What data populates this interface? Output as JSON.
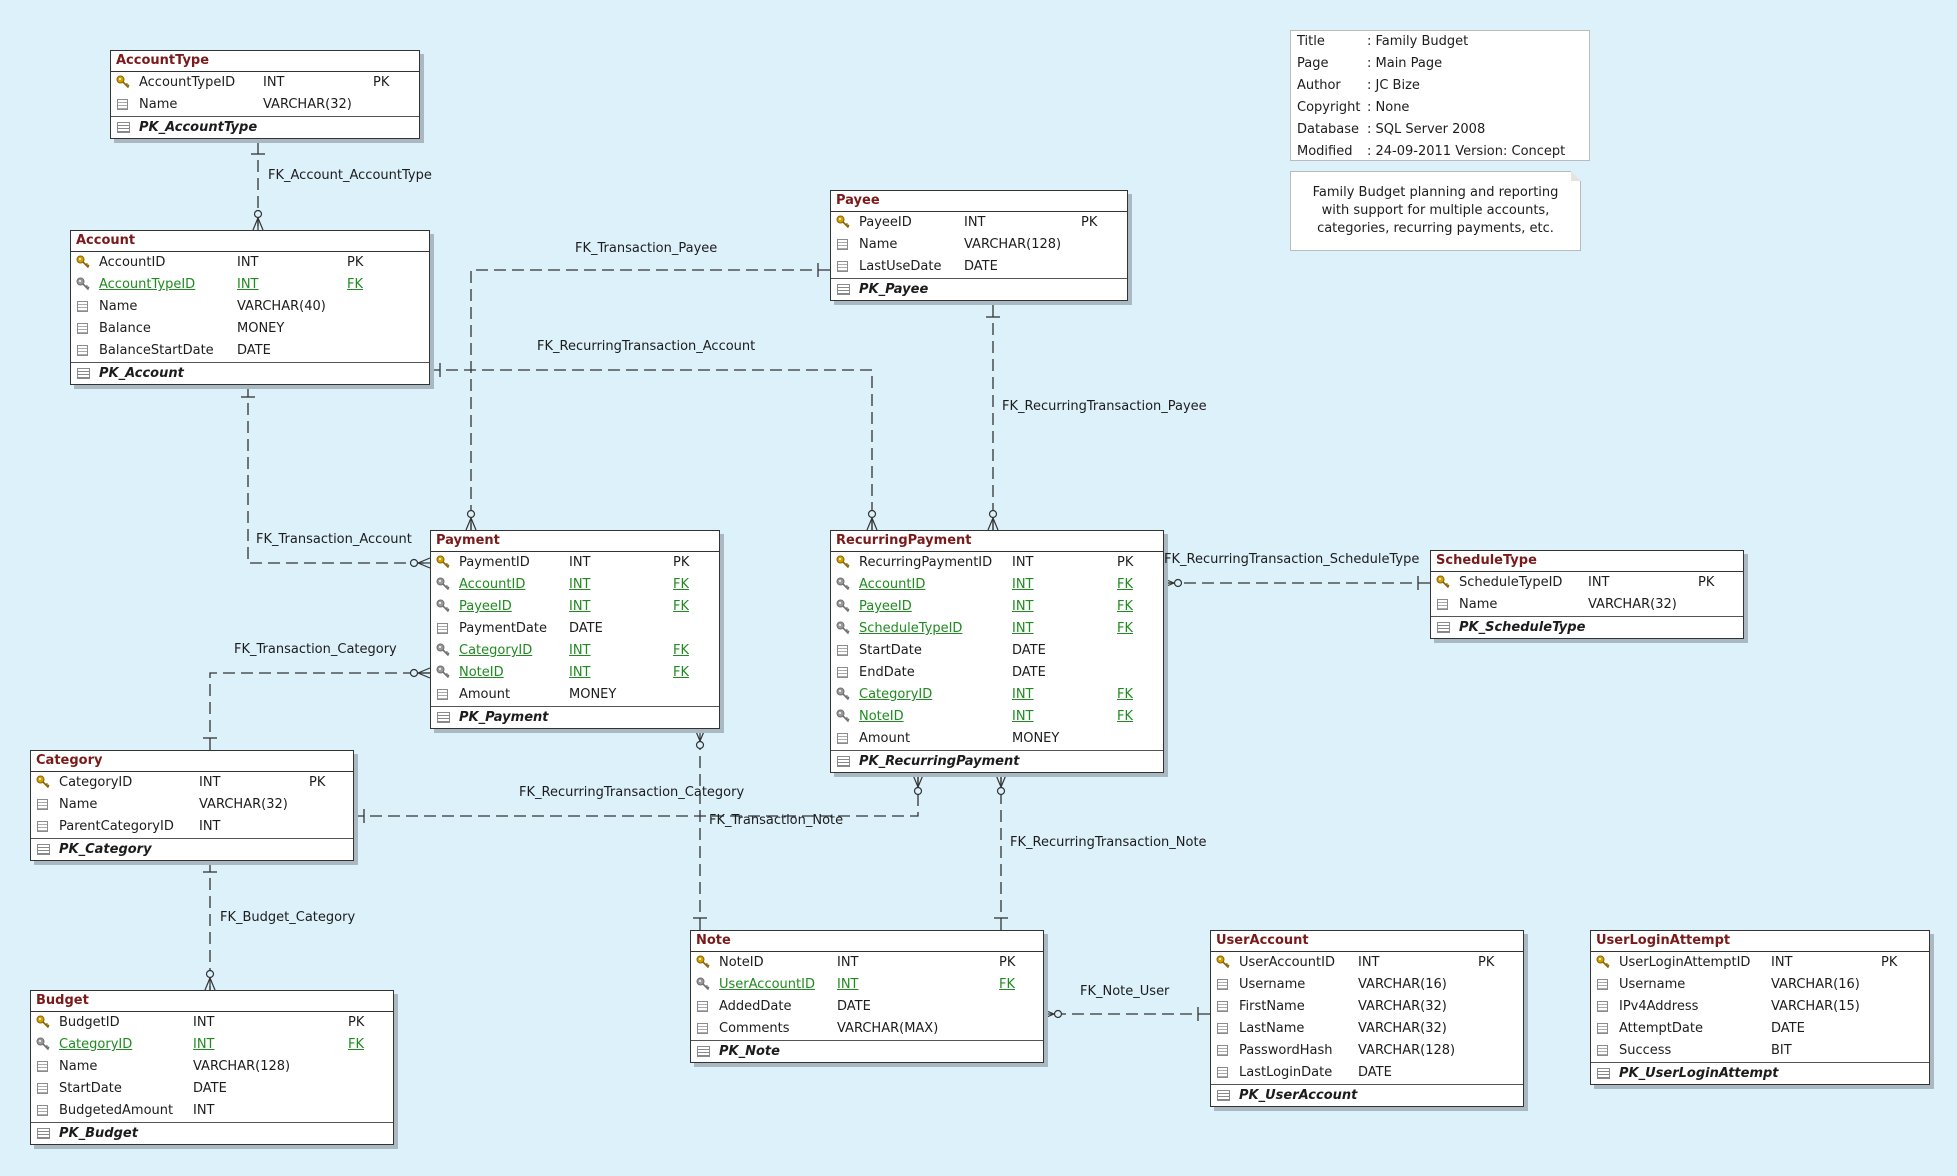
{
  "info": {
    "rows": [
      {
        "key": "Title",
        "value": ": Family Budget"
      },
      {
        "key": "Page",
        "value": ": Main Page"
      },
      {
        "key": "Author",
        "value": ": JC Bize"
      },
      {
        "key": "Copyright",
        "value": ": None"
      },
      {
        "key": "Database",
        "value": ": SQL Server 2008"
      },
      {
        "key": "Modified",
        "value": ": 24-09-2011 Version: Concept"
      }
    ]
  },
  "note": {
    "lines": [
      "Family Budget planning and reporting",
      "with support for multiple accounts,",
      "categories, recurring payments, etc."
    ]
  },
  "tables": {
    "accounttype": {
      "name": "AccountType",
      "pk_name": "PK_AccountType",
      "cols": [
        {
          "name": "AccountTypeID",
          "type": "INT",
          "key": "PK"
        },
        {
          "name": "Name",
          "type": "VARCHAR(32)",
          "key": ""
        }
      ]
    },
    "account": {
      "name": "Account",
      "pk_name": "PK_Account",
      "cols": [
        {
          "name": "AccountID",
          "type": "INT",
          "key": "PK"
        },
        {
          "name": "AccountTypeID",
          "type": "INT",
          "key": "FK"
        },
        {
          "name": "Name",
          "type": "VARCHAR(40)",
          "key": ""
        },
        {
          "name": "Balance",
          "type": "MONEY",
          "key": ""
        },
        {
          "name": "BalanceStartDate",
          "type": "DATE",
          "key": ""
        }
      ]
    },
    "payee": {
      "name": "Payee",
      "pk_name": "PK_Payee",
      "cols": [
        {
          "name": "PayeeID",
          "type": "INT",
          "key": "PK"
        },
        {
          "name": "Name",
          "type": "VARCHAR(128)",
          "key": ""
        },
        {
          "name": "LastUseDate",
          "type": "DATE",
          "key": ""
        }
      ]
    },
    "payment": {
      "name": "Payment",
      "pk_name": "PK_Payment",
      "cols": [
        {
          "name": "PaymentID",
          "type": "INT",
          "key": "PK"
        },
        {
          "name": "AccountID",
          "type": "INT",
          "key": "FK"
        },
        {
          "name": "PayeeID",
          "type": "INT",
          "key": "FK"
        },
        {
          "name": "PaymentDate",
          "type": "DATE",
          "key": ""
        },
        {
          "name": "CategoryID",
          "type": "INT",
          "key": "FK"
        },
        {
          "name": "NoteID",
          "type": "INT",
          "key": "FK"
        },
        {
          "name": "Amount",
          "type": "MONEY",
          "key": ""
        }
      ]
    },
    "recurring": {
      "name": "RecurringPayment",
      "pk_name": "PK_RecurringPayment",
      "cols": [
        {
          "name": "RecurringPaymentID",
          "type": "INT",
          "key": "PK"
        },
        {
          "name": "AccountID",
          "type": "INT",
          "key": "FK"
        },
        {
          "name": "PayeeID",
          "type": "INT",
          "key": "FK"
        },
        {
          "name": "ScheduleTypeID",
          "type": "INT",
          "key": "FK"
        },
        {
          "name": "StartDate",
          "type": "DATE",
          "key": ""
        },
        {
          "name": "EndDate",
          "type": "DATE",
          "key": ""
        },
        {
          "name": "CategoryID",
          "type": "INT",
          "key": "FK"
        },
        {
          "name": "NoteID",
          "type": "INT",
          "key": "FK"
        },
        {
          "name": "Amount",
          "type": "MONEY",
          "key": ""
        }
      ]
    },
    "scheduletype": {
      "name": "ScheduleType",
      "pk_name": "PK_ScheduleType",
      "cols": [
        {
          "name": "ScheduleTypeID",
          "type": "INT",
          "key": "PK"
        },
        {
          "name": "Name",
          "type": "VARCHAR(32)",
          "key": ""
        }
      ]
    },
    "category": {
      "name": "Category",
      "pk_name": "PK_Category",
      "cols": [
        {
          "name": "CategoryID",
          "type": "INT",
          "key": "PK"
        },
        {
          "name": "Name",
          "type": "VARCHAR(32)",
          "key": ""
        },
        {
          "name": "ParentCategoryID",
          "type": "INT",
          "key": ""
        }
      ]
    },
    "budget": {
      "name": "Budget",
      "pk_name": "PK_Budget",
      "cols": [
        {
          "name": "BudgetID",
          "type": "INT",
          "key": "PK"
        },
        {
          "name": "CategoryID",
          "type": "INT",
          "key": "FK"
        },
        {
          "name": "Name",
          "type": "VARCHAR(128)",
          "key": ""
        },
        {
          "name": "StartDate",
          "type": "DATE",
          "key": ""
        },
        {
          "name": "BudgetedAmount",
          "type": "INT",
          "key": ""
        }
      ]
    },
    "note": {
      "name": "Note",
      "pk_name": "PK_Note",
      "cols": [
        {
          "name": "NoteID",
          "type": "INT",
          "key": "PK"
        },
        {
          "name": "UserAccountID",
          "type": "INT",
          "key": "FK"
        },
        {
          "name": "AddedDate",
          "type": "DATE",
          "key": ""
        },
        {
          "name": "Comments",
          "type": "VARCHAR(MAX)",
          "key": ""
        }
      ]
    },
    "useraccount": {
      "name": "UserAccount",
      "pk_name": "PK_UserAccount",
      "cols": [
        {
          "name": "UserAccountID",
          "type": "INT",
          "key": "PK"
        },
        {
          "name": "Username",
          "type": "VARCHAR(16)",
          "key": ""
        },
        {
          "name": "FirstName",
          "type": "VARCHAR(32)",
          "key": ""
        },
        {
          "name": "LastName",
          "type": "VARCHAR(32)",
          "key": ""
        },
        {
          "name": "PasswordHash",
          "type": "VARCHAR(128)",
          "key": ""
        },
        {
          "name": "LastLoginDate",
          "type": "DATE",
          "key": ""
        }
      ]
    },
    "userlogin": {
      "name": "UserLoginAttempt",
      "pk_name": "PK_UserLoginAttempt",
      "cols": [
        {
          "name": "UserLoginAttemptID",
          "type": "INT",
          "key": "PK"
        },
        {
          "name": "Username",
          "type": "VARCHAR(16)",
          "key": ""
        },
        {
          "name": "IPv4Address",
          "type": "VARCHAR(15)",
          "key": ""
        },
        {
          "name": "AttemptDate",
          "type": "DATE",
          "key": ""
        },
        {
          "name": "Success",
          "type": "BIT",
          "key": ""
        }
      ]
    }
  },
  "relationships": [
    {
      "id": "r1",
      "label": "FK_Account_AccountType"
    },
    {
      "id": "r2",
      "label": "FK_Transaction_Payee"
    },
    {
      "id": "r3",
      "label": "FK_RecurringTransaction_Account"
    },
    {
      "id": "r4",
      "label": "FK_RecurringTransaction_Payee"
    },
    {
      "id": "r5",
      "label": "FK_Transaction_Account"
    },
    {
      "id": "r6",
      "label": "FK_RecurringTransaction_ScheduleType"
    },
    {
      "id": "r7",
      "label": "FK_Transaction_Category"
    },
    {
      "id": "r8",
      "label": "FK_RecurringTransaction_Category"
    },
    {
      "id": "r9",
      "label": "FK_Transaction_Note"
    },
    {
      "id": "r10",
      "label": "FK_RecurringTransaction_Note"
    },
    {
      "id": "r11",
      "label": "FK_Budget_Category"
    },
    {
      "id": "r12",
      "label": "FK_Note_User"
    }
  ]
}
